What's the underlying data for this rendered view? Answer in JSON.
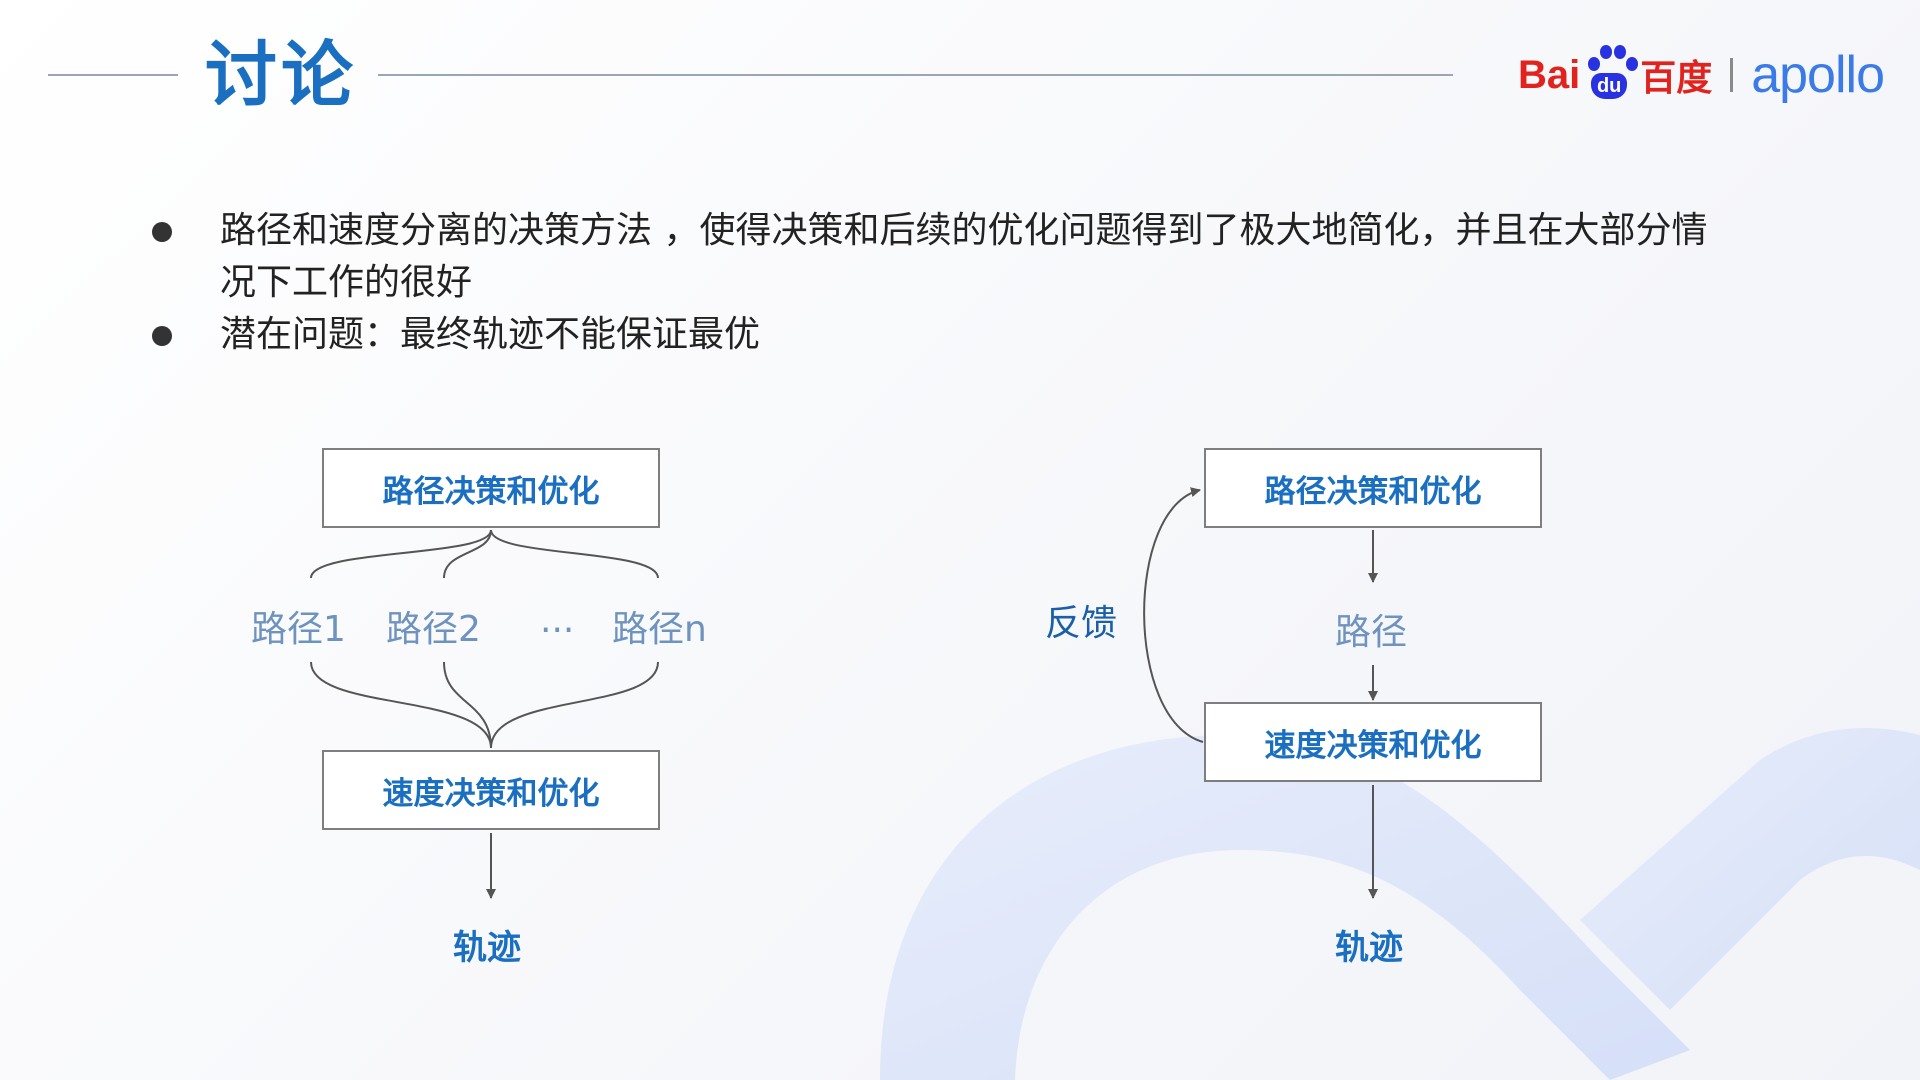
{
  "header": {
    "title": "讨论",
    "logo": {
      "baidu_latin": "Bai",
      "baidu_du": "du",
      "baidu_cn": "百度",
      "apollo": "apollo"
    }
  },
  "bullets": [
    "路径和速度分离的决策方法 ，使得决策和后续的优化问题得到了极大地简化，并且在大部分情况下工作的很好",
    "潜在问题：最终轨迹不能保证最优"
  ],
  "diagram_left": {
    "top_box": "路径决策和优化",
    "paths": [
      "路径1",
      "路径2",
      "...",
      "路径n"
    ],
    "bottom_box": "速度决策和优化",
    "output": "轨迹"
  },
  "diagram_right": {
    "top_box": "路径决策和优化",
    "middle_label": "路径",
    "bottom_box": "速度决策和优化",
    "feedback": "反馈",
    "output": "轨迹"
  },
  "colors": {
    "accent": "#1a6fc1",
    "baidu_red": "#e1221d",
    "baidu_blue": "#2932e1",
    "apollo_blue": "#3a7be8"
  }
}
